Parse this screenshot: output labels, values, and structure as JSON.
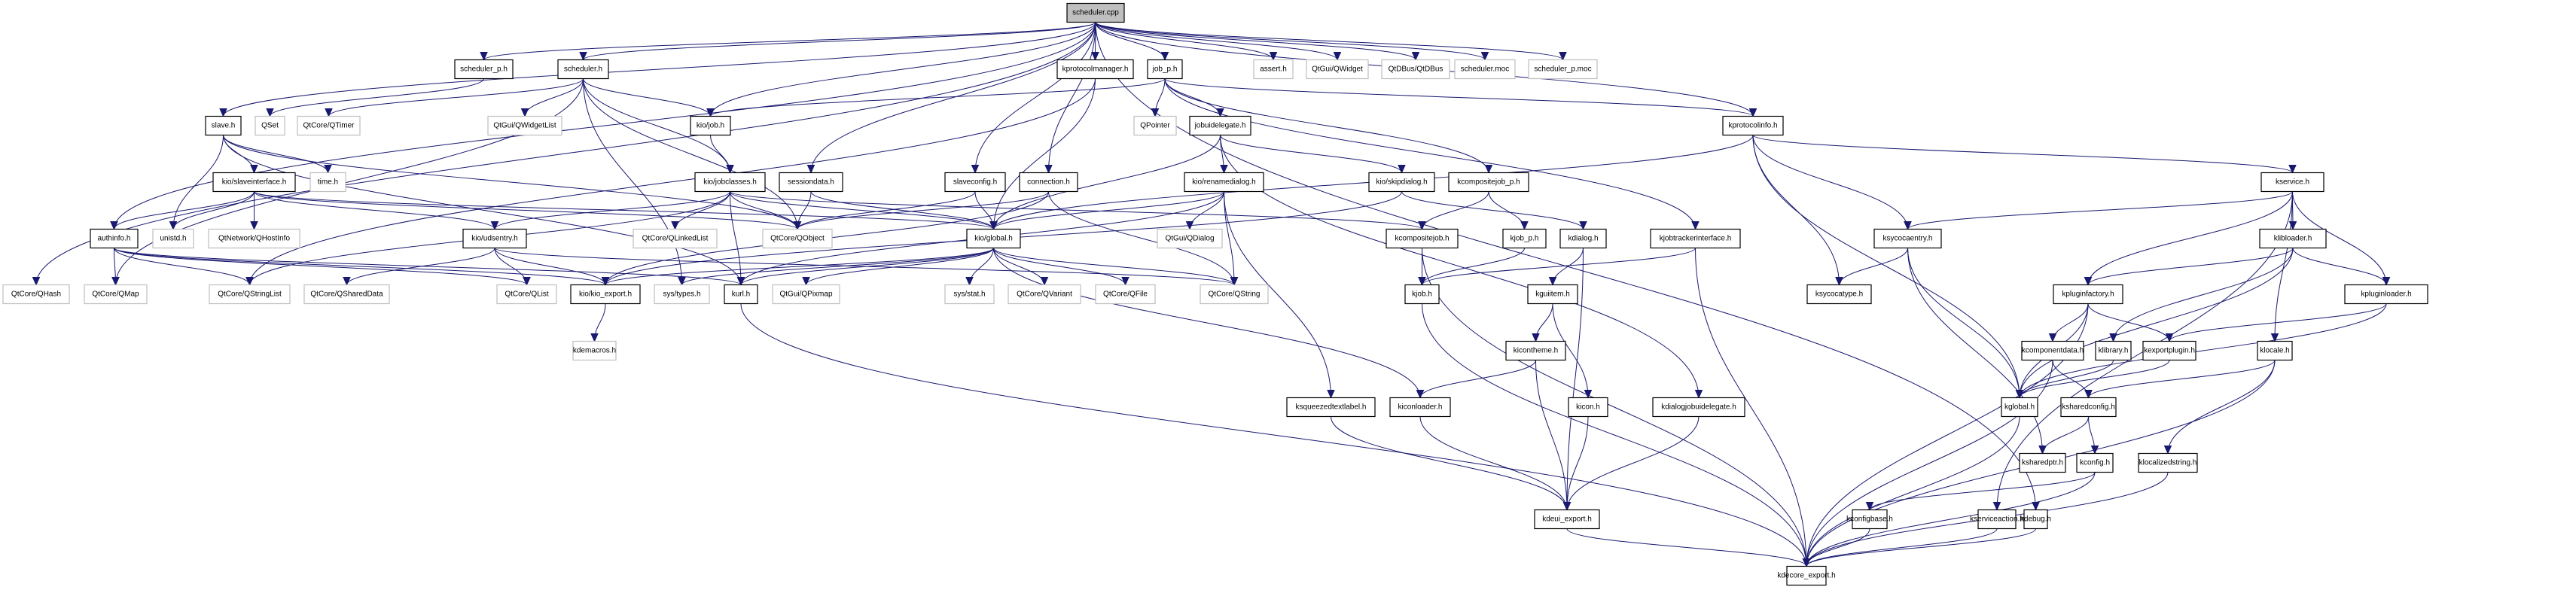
{
  "title": "scheduler.cpp include dependency graph",
  "colors": {
    "edge": "#191970",
    "root_fill": "#bfbfbf",
    "local_border": "#000000",
    "external_border": "#bfbfbf"
  },
  "nodes": [
    {
      "id": "scheduler_cpp",
      "label": "scheduler.cpp",
      "kind": "root"
    },
    {
      "id": "scheduler_p_h",
      "label": "scheduler_p.h",
      "kind": "local"
    },
    {
      "id": "scheduler_h",
      "label": "scheduler.h",
      "kind": "local"
    },
    {
      "id": "kprotocolmanager_h",
      "label": "kprotocolmanager.h",
      "kind": "local"
    },
    {
      "id": "job_p_h",
      "label": "job_p.h",
      "kind": "local"
    },
    {
      "id": "assert_h",
      "label": "assert.h",
      "kind": "ext"
    },
    {
      "id": "qwidget",
      "label": "QtGui/QWidget",
      "kind": "ext"
    },
    {
      "id": "qtdbus",
      "label": "QtDBus/QtDBus",
      "kind": "ext"
    },
    {
      "id": "scheduler_moc",
      "label": "scheduler.moc",
      "kind": "ext"
    },
    {
      "id": "scheduler_p_moc",
      "label": "scheduler_p.moc",
      "kind": "ext"
    },
    {
      "id": "slave_h",
      "label": "slave.h",
      "kind": "local"
    },
    {
      "id": "qset",
      "label": "QSet",
      "kind": "ext"
    },
    {
      "id": "qtimer",
      "label": "QtCore/QTimer",
      "kind": "ext"
    },
    {
      "id": "qwidgetlist",
      "label": "QtGui/QWidgetList",
      "kind": "ext"
    },
    {
      "id": "kio_job_h",
      "label": "kio/job.h",
      "kind": "local"
    },
    {
      "id": "qpointer",
      "label": "QPointer",
      "kind": "ext"
    },
    {
      "id": "jobuidelegate_h",
      "label": "jobuidelegate.h",
      "kind": "local"
    },
    {
      "id": "kprotocolinfo_h",
      "label": "kprotocolinfo.h",
      "kind": "local"
    },
    {
      "id": "slaveinterface_h",
      "label": "kio/slaveinterface.h",
      "kind": "local"
    },
    {
      "id": "time_h",
      "label": "time.h",
      "kind": "ext"
    },
    {
      "id": "jobclasses_h",
      "label": "kio/jobclasses.h",
      "kind": "local"
    },
    {
      "id": "sessiondata_h",
      "label": "sessiondata.h",
      "kind": "local"
    },
    {
      "id": "slaveconfig_h",
      "label": "slaveconfig.h",
      "kind": "local"
    },
    {
      "id": "connection_h",
      "label": "connection.h",
      "kind": "local"
    },
    {
      "id": "renamedialog_h",
      "label": "kio/renamedialog.h",
      "kind": "local"
    },
    {
      "id": "skipdialog_h",
      "label": "kio/skipdialog.h",
      "kind": "local"
    },
    {
      "id": "kcompositejob_p_h",
      "label": "kcompositejob_p.h",
      "kind": "local"
    },
    {
      "id": "kservice_h",
      "label": "kservice.h",
      "kind": "local"
    },
    {
      "id": "authinfo_h",
      "label": "authinfo.h",
      "kind": "local"
    },
    {
      "id": "unistd_h",
      "label": "unistd.h",
      "kind": "ext"
    },
    {
      "id": "qhostinfo",
      "label": "QtNetwork/QHostInfo",
      "kind": "ext"
    },
    {
      "id": "udsentry_h",
      "label": "kio/udsentry.h",
      "kind": "local"
    },
    {
      "id": "qlinkedlist",
      "label": "QtCore/QLinkedList",
      "kind": "ext"
    },
    {
      "id": "qobject",
      "label": "QtCore/QObject",
      "kind": "ext"
    },
    {
      "id": "kio_global_h",
      "label": "kio/global.h",
      "kind": "local"
    },
    {
      "id": "qdialog",
      "label": "QtGui/QDialog",
      "kind": "ext"
    },
    {
      "id": "kcompositejob_h",
      "label": "kcompositejob.h",
      "kind": "local"
    },
    {
      "id": "kjob_p_h",
      "label": "kjob_p.h",
      "kind": "local"
    },
    {
      "id": "kdialog_h",
      "label": "kdialog.h",
      "kind": "local"
    },
    {
      "id": "kjobtrackerinterface_h",
      "label": "kjobtrackerinterface.h",
      "kind": "local"
    },
    {
      "id": "ksycocaentry_h",
      "label": "ksycocaentry.h",
      "kind": "local"
    },
    {
      "id": "klibloader_h",
      "label": "klibloader.h",
      "kind": "local"
    },
    {
      "id": "qhash",
      "label": "QtCore/QHash",
      "kind": "ext"
    },
    {
      "id": "qmap",
      "label": "QtCore/QMap",
      "kind": "ext"
    },
    {
      "id": "qstringlist",
      "label": "QtCore/QStringList",
      "kind": "ext"
    },
    {
      "id": "qshareddata",
      "label": "QtCore/QSharedData",
      "kind": "ext"
    },
    {
      "id": "qlist",
      "label": "QtCore/QList",
      "kind": "ext"
    },
    {
      "id": "kio_export_h",
      "label": "kio/kio_export.h",
      "kind": "local"
    },
    {
      "id": "sys_types_h",
      "label": "sys/types.h",
      "kind": "ext"
    },
    {
      "id": "kurl_h",
      "label": "kurl.h",
      "kind": "local"
    },
    {
      "id": "qpixmap",
      "label": "QtGui/QPixmap",
      "kind": "ext"
    },
    {
      "id": "sys_stat_h",
      "label": "sys/stat.h",
      "kind": "ext"
    },
    {
      "id": "qvariant",
      "label": "QtCore/QVariant",
      "kind": "ext"
    },
    {
      "id": "qfile",
      "label": "QtCore/QFile",
      "kind": "ext"
    },
    {
      "id": "qstring",
      "label": "QtCore/QString",
      "kind": "ext"
    },
    {
      "id": "kjob_h",
      "label": "kjob.h",
      "kind": "local"
    },
    {
      "id": "kguiitem_h",
      "label": "kguiitem.h",
      "kind": "local"
    },
    {
      "id": "ksycocatype_h",
      "label": "ksycocatype.h",
      "kind": "local"
    },
    {
      "id": "kpluginfactory_h",
      "label": "kpluginfactory.h",
      "kind": "local"
    },
    {
      "id": "kpluginloader_h",
      "label": "kpluginloader.h",
      "kind": "local"
    },
    {
      "id": "kdemacros_h",
      "label": "kdemacros.h",
      "kind": "ext"
    },
    {
      "id": "kicontheme_h",
      "label": "kicontheme.h",
      "kind": "local"
    },
    {
      "id": "kcomponentdata_h",
      "label": "kcomponentdata.h",
      "kind": "local"
    },
    {
      "id": "klibrary_h",
      "label": "klibrary.h",
      "kind": "local"
    },
    {
      "id": "kexportplugin_h",
      "label": "kexportplugin.h",
      "kind": "local"
    },
    {
      "id": "klocale_h",
      "label": "klocale.h",
      "kind": "local"
    },
    {
      "id": "ksqueezedtextlabel_h",
      "label": "ksqueezedtextlabel.h",
      "kind": "local"
    },
    {
      "id": "kiconloader_h",
      "label": "kiconloader.h",
      "kind": "local"
    },
    {
      "id": "kicon_h",
      "label": "kicon.h",
      "kind": "local"
    },
    {
      "id": "kdialogjobuidelegate_h",
      "label": "kdialogjobuidelegate.h",
      "kind": "local"
    },
    {
      "id": "kglobal_h",
      "label": "kglobal.h",
      "kind": "local"
    },
    {
      "id": "ksharedconfig_h",
      "label": "ksharedconfig.h",
      "kind": "local"
    },
    {
      "id": "ksharedptr_h",
      "label": "ksharedptr.h",
      "kind": "local"
    },
    {
      "id": "kconfig_h",
      "label": "kconfig.h",
      "kind": "local"
    },
    {
      "id": "klocalizedstring_h",
      "label": "klocalizedstring.h",
      "kind": "local"
    },
    {
      "id": "kdeui_export_h",
      "label": "kdeui_export.h",
      "kind": "local"
    },
    {
      "id": "kconfigbase_h",
      "label": "kconfigbase.h",
      "kind": "local"
    },
    {
      "id": "kserviceaction_h",
      "label": "kserviceaction.h",
      "kind": "local"
    },
    {
      "id": "kdebug_h",
      "label": "kdebug.h",
      "kind": "local"
    },
    {
      "id": "kdecore_export_h",
      "label": "kdecore_export.h",
      "kind": "local"
    }
  ],
  "edges": [
    [
      "scheduler_cpp",
      "scheduler_p_h"
    ],
    [
      "scheduler_cpp",
      "scheduler_h"
    ],
    [
      "scheduler_cpp",
      "kprotocolmanager_h"
    ],
    [
      "scheduler_cpp",
      "job_p_h"
    ],
    [
      "scheduler_cpp",
      "assert_h"
    ],
    [
      "scheduler_cpp",
      "qwidget"
    ],
    [
      "scheduler_cpp",
      "qtdbus"
    ],
    [
      "scheduler_cpp",
      "scheduler_moc"
    ],
    [
      "scheduler_cpp",
      "scheduler_p_moc"
    ],
    [
      "scheduler_cpp",
      "slave_h"
    ],
    [
      "scheduler_cpp",
      "qhash"
    ],
    [
      "scheduler_cpp",
      "authinfo_h"
    ],
    [
      "scheduler_cpp",
      "sessiondata_h"
    ],
    [
      "scheduler_cpp",
      "slaveconfig_h"
    ],
    [
      "scheduler_cpp",
      "connection_h"
    ],
    [
      "scheduler_cpp",
      "kprotocolinfo_h"
    ],
    [
      "scheduler_cpp",
      "kdebug_h"
    ],
    [
      "scheduler_cpp",
      "kio_job_h"
    ],
    [
      "scheduler_p_h",
      "qset"
    ],
    [
      "scheduler_h",
      "qtimer"
    ],
    [
      "scheduler_h",
      "qwidgetlist"
    ],
    [
      "scheduler_h",
      "kio_job_h"
    ],
    [
      "scheduler_h",
      "jobclasses_h"
    ],
    [
      "scheduler_h",
      "qmap"
    ],
    [
      "scheduler_h",
      "sys_types_h"
    ],
    [
      "scheduler_h",
      "qobject"
    ],
    [
      "kprotocolmanager_h",
      "kio_global_h"
    ],
    [
      "kprotocolmanager_h",
      "qstringlist"
    ],
    [
      "job_p_h",
      "qpointer"
    ],
    [
      "job_p_h",
      "jobuidelegate_h"
    ],
    [
      "job_p_h",
      "kcompositejob_p_h"
    ],
    [
      "job_p_h",
      "kjobtrackerinterface_h"
    ],
    [
      "job_p_h",
      "kio_job_h"
    ],
    [
      "job_p_h",
      "kprotocolinfo_h"
    ],
    [
      "slave_h",
      "slaveinterface_h"
    ],
    [
      "slave_h",
      "time_h"
    ],
    [
      "slave_h",
      "unistd_h"
    ],
    [
      "slave_h",
      "qobject"
    ],
    [
      "slave_h",
      "kurl_h"
    ],
    [
      "kio_job_h",
      "jobclasses_h"
    ],
    [
      "jobuidelegate_h",
      "renamedialog_h"
    ],
    [
      "jobuidelegate_h",
      "skipdialog_h"
    ],
    [
      "jobuidelegate_h",
      "kio_global_h"
    ],
    [
      "jobuidelegate_h",
      "kdialogjobuidelegate_h"
    ],
    [
      "kprotocolinfo_h",
      "kservice_h"
    ],
    [
      "kprotocolinfo_h",
      "ksycocaentry_h"
    ],
    [
      "kprotocolinfo_h",
      "ksycocatype_h"
    ],
    [
      "kprotocolinfo_h",
      "kglobal_h"
    ],
    [
      "kprotocolinfo_h",
      "kio_global_h"
    ],
    [
      "slaveinterface_h",
      "authinfo_h"
    ],
    [
      "slaveinterface_h",
      "unistd_h"
    ],
    [
      "slaveinterface_h",
      "qhostinfo"
    ],
    [
      "slaveinterface_h",
      "udsentry_h"
    ],
    [
      "slaveinterface_h",
      "qobject"
    ],
    [
      "slaveinterface_h",
      "kio_global_h"
    ],
    [
      "jobclasses_h",
      "qlinkedlist"
    ],
    [
      "jobclasses_h",
      "qobject"
    ],
    [
      "jobclasses_h",
      "kurl_h"
    ],
    [
      "jobclasses_h",
      "udsentry_h"
    ],
    [
      "jobclasses_h",
      "kio_global_h"
    ],
    [
      "jobclasses_h",
      "kcompositejob_h"
    ],
    [
      "jobclasses_h",
      "qstringlist"
    ],
    [
      "sessiondata_h",
      "qobject"
    ],
    [
      "sessiondata_h",
      "kio_global_h"
    ],
    [
      "slaveconfig_h",
      "qobject"
    ],
    [
      "slaveconfig_h",
      "kio_global_h"
    ],
    [
      "connection_h",
      "qobject"
    ],
    [
      "connection_h",
      "qstring"
    ],
    [
      "connection_h",
      "kio_export_h"
    ],
    [
      "renamedialog_h",
      "qdialog"
    ],
    [
      "renamedialog_h",
      "qstring"
    ],
    [
      "renamedialog_h",
      "kio_global_h"
    ],
    [
      "renamedialog_h",
      "kurl_h"
    ],
    [
      "renamedialog_h",
      "ksqueezedtextlabel_h"
    ],
    [
      "skipdialog_h",
      "kdialog_h"
    ],
    [
      "skipdialog_h",
      "kio_export_h"
    ],
    [
      "kcompositejob_p_h",
      "kcompositejob_h"
    ],
    [
      "kcompositejob_p_h",
      "kjob_p_h"
    ],
    [
      "kservice_h",
      "ksycocaentry_h"
    ],
    [
      "kservice_h",
      "klibloader_h"
    ],
    [
      "kservice_h",
      "kpluginfactory_h"
    ],
    [
      "kservice_h",
      "kpluginloader_h"
    ],
    [
      "kservice_h",
      "klocale_h"
    ],
    [
      "kservice_h",
      "kserviceaction_h"
    ],
    [
      "authinfo_h",
      "qmap"
    ],
    [
      "authinfo_h",
      "qstringlist"
    ],
    [
      "authinfo_h",
      "qlist"
    ],
    [
      "authinfo_h",
      "kio_export_h"
    ],
    [
      "authinfo_h",
      "kurl_h"
    ],
    [
      "udsentry_h",
      "qshareddata"
    ],
    [
      "udsentry_h",
      "qlist"
    ],
    [
      "udsentry_h",
      "kio_export_h"
    ],
    [
      "udsentry_h",
      "qstring"
    ],
    [
      "kio_global_h",
      "qpixmap"
    ],
    [
      "kio_global_h",
      "sys_stat_h"
    ],
    [
      "kio_global_h",
      "qvariant"
    ],
    [
      "kio_global_h",
      "qfile"
    ],
    [
      "kio_global_h",
      "qstring"
    ],
    [
      "kio_global_h",
      "kio_export_h"
    ],
    [
      "kio_global_h",
      "kurl_h"
    ],
    [
      "kio_global_h",
      "sys_types_h"
    ],
    [
      "kio_global_h",
      "kiconloader_h"
    ],
    [
      "kcompositejob_h",
      "kjob_h"
    ],
    [
      "kcompositejob_h",
      "kdecore_export_h"
    ],
    [
      "kjob_p_h",
      "kjob_h"
    ],
    [
      "kdialog_h",
      "kguiitem_h"
    ],
    [
      "kdialog_h",
      "kdeui_export_h"
    ],
    [
      "kjobtrackerinterface_h",
      "kjob_h"
    ],
    [
      "kjobtrackerinterface_h",
      "kdecore_export_h"
    ],
    [
      "ksycocaentry_h",
      "ksycocatype_h"
    ],
    [
      "ksycocaentry_h",
      "kglobal_h"
    ],
    [
      "ksycocaentry_h",
      "ksharedptr_h"
    ],
    [
      "klibloader_h",
      "kpluginfactory_h"
    ],
    [
      "klibloader_h",
      "klibrary_h"
    ],
    [
      "klibloader_h",
      "kpluginloader_h"
    ],
    [
      "klibloader_h",
      "kglobal_h"
    ],
    [
      "kio_export_h",
      "kdemacros_h"
    ],
    [
      "kurl_h",
      "kdecore_export_h"
    ],
    [
      "kjob_h",
      "kdecore_export_h"
    ],
    [
      "kguiitem_h",
      "kicontheme_h"
    ],
    [
      "kguiitem_h",
      "kicon_h"
    ],
    [
      "kpluginfactory_h",
      "kcomponentdata_h"
    ],
    [
      "kpluginfactory_h",
      "kexportplugin_h"
    ],
    [
      "kpluginfactory_h",
      "kglobal_h"
    ],
    [
      "kpluginfactory_h",
      "kdecore_export_h"
    ],
    [
      "kpluginloader_h",
      "kexportplugin_h"
    ],
    [
      "kpluginloader_h",
      "kglobal_h"
    ],
    [
      "kicontheme_h",
      "kiconloader_h"
    ],
    [
      "kicontheme_h",
      "kdeui_export_h"
    ],
    [
      "kcomponentdata_h",
      "ksharedconfig_h"
    ],
    [
      "kcomponentdata_h",
      "kdecore_export_h"
    ],
    [
      "klibrary_h",
      "kglobal_h"
    ],
    [
      "kexportplugin_h",
      "kglobal_h"
    ],
    [
      "klocale_h",
      "klocalizedstring_h"
    ],
    [
      "klocale_h",
      "ksharedconfig_h"
    ],
    [
      "klocale_h",
      "kdecore_export_h"
    ],
    [
      "ksqueezedtextlabel_h",
      "kdeui_export_h"
    ],
    [
      "kiconloader_h",
      "kdeui_export_h"
    ],
    [
      "kicon_h",
      "kdeui_export_h"
    ],
    [
      "kdialogjobuidelegate_h",
      "kdeui_export_h"
    ],
    [
      "kglobal_h",
      "kdecore_export_h"
    ],
    [
      "ksharedconfig_h",
      "ksharedptr_h"
    ],
    [
      "ksharedconfig_h",
      "kconfig_h"
    ],
    [
      "kconfig_h",
      "kconfigbase_h"
    ],
    [
      "kconfig_h",
      "kdecore_export_h"
    ],
    [
      "klocalizedstring_h",
      "kdecore_export_h"
    ],
    [
      "kconfigbase_h",
      "kdecore_export_h"
    ],
    [
      "kserviceaction_h",
      "kdecore_export_h"
    ],
    [
      "kdebug_h",
      "kdecore_export_h"
    ],
    [
      "kdeui_export_h",
      "kdecore_export_h"
    ]
  ]
}
